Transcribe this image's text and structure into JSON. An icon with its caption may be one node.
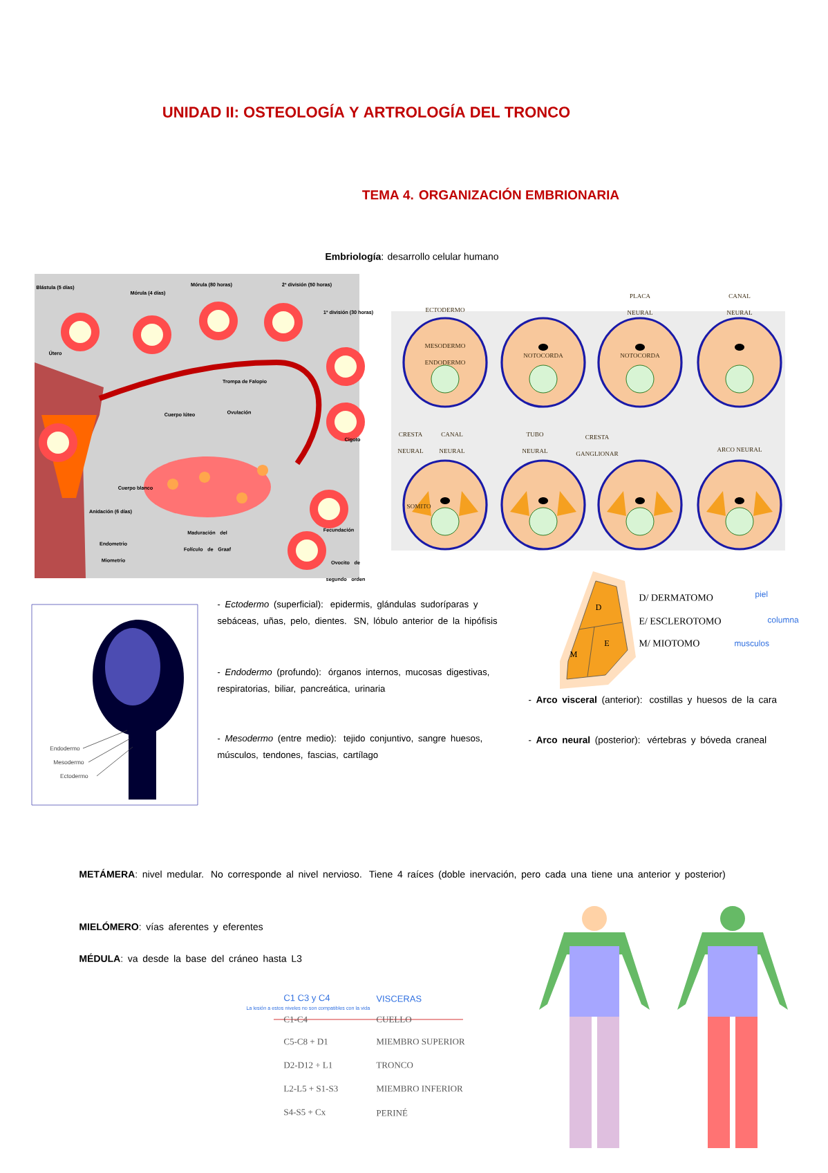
{
  "diagram": {
    "title": "UNIDAD II: OSTEOLOGÍA Y ARTROLOGÍA DEL TRONCO",
    "labels": [
      "TEMA 4. ORGANIZACIÓN EMBRIONARIA",
      "**Embriología**: desarrollo celular humano",
      "Blástula (5 días)",
      "Mórula (4 días)",
      "Mórula (80 horas)",
      "2ª división (50 horas)",
      "1ª división (30 horas)",
      "Útero",
      "Trompa de Falopio",
      "Cuerpo lúteo",
      "Ovulación",
      "Cigoto",
      "Cuerpo blanco",
      "Anidación (6 días)",
      "Maduración del Folículo de Graaf",
      "Fecundación",
      "Endometrio",
      "Miometrio",
      "Ovocito de segundo orden",
      "ECTODERMO",
      "MESODERMO",
      "ENDODERMO",
      "NOTOCORDA",
      "PLACA NEURAL",
      "NOTOCORDA",
      "CANAL NEURAL",
      "CRESTA NEURAL",
      "CANAL NEURAL",
      "SOMITO",
      "TUBO NEURAL",
      "CRESTA GANGLIONAR",
      "ARCO NEURAL",
      "Endodermo",
      "Mesodermo",
      "Ectodermo",
      "- *Ectodermo* (superficial): epidermis, glándulas sudoríparas y sebáceas, uñas, pelo, dientes. SN, lóbulo anterior de la hipófisis",
      "- *Endodermo* (profundo): órganos internos, mucosas digestivas, respiratorias, biliar, pancreática, urinaria",
      "- *Mesodermo* (entre medio): tejido conjuntivo, sangre huesos, músculos, tendones, fascias, cartílago",
      "D",
      "E",
      "M",
      "D/ DERMATOMO",
      "piel",
      "E/ ESCLEROTOMO",
      "columna",
      "M/ MIOTOMO",
      "musculos",
      "- **Arco visceral** (anterior): costillas y huesos de la cara",
      "- **Arco neural** (posterior): vértebras y bóveda craneal",
      "**METÁMERA**: nivel medular. No corresponde al nivel nervioso. Tiene 4 raíces (doble inervación, pero cada una tiene una anterior y posterior)",
      "**MIELÓMERO**: vías aferentes y eferentes",
      "**MÉDULA**: va desde la base del cráneo hasta L3",
      "C1 C3 y C4",
      "VISCERAS",
      "La lesión a estos niveles no son compatibles con la vida",
      "C1-C4",
      "CUELLO",
      "C5-C8 + D1",
      "MIEMBRO SUPERIOR",
      "D2-D12 + L1",
      "TRONCO",
      "L2-L5 + S1-S3",
      "MIEMBRO INFERIOR",
      "S4-S5 + Cx",
      "PERINÉ"
    ]
  }
}
